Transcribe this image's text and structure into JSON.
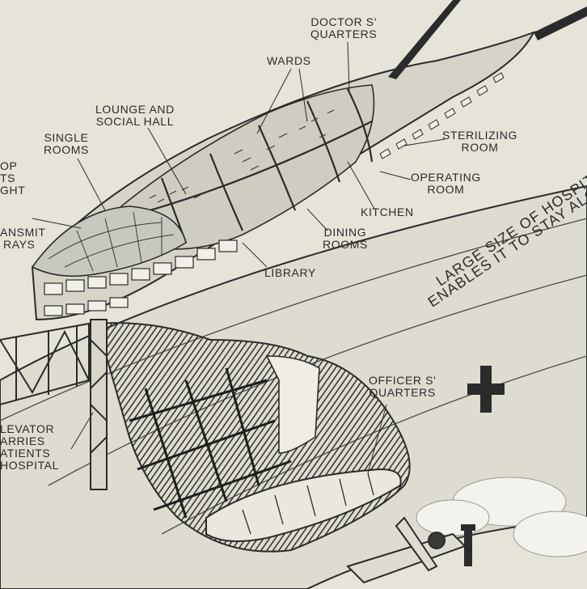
{
  "labels": {
    "doctors_quarters": [
      "DOCTOR S'",
      "QUARTERS"
    ],
    "wards": "WARDS",
    "lounge": [
      "LOUNGE AND",
      "SOCIAL HALL"
    ],
    "single_rooms": [
      "SINGLE",
      "ROOMS"
    ],
    "sterilizing_room": [
      "STERILIZING",
      "ROOM"
    ],
    "operating_room": [
      "OPERATING",
      "ROOM"
    ],
    "kitchen": "KITCHEN",
    "dining_rooms": [
      "DINING",
      "ROOMS"
    ],
    "library": "LIBRARY",
    "officers_quarters": [
      "OFFICER S'",
      "QUARTERS"
    ]
  },
  "left_cut_labels": {
    "drop_group": [
      "OP",
      "TS",
      "GHT"
    ],
    "transmit_group": [
      "ANSMIT",
      "RAYS"
    ],
    "elevator_group": [
      "LEVATOR",
      "ARRIES",
      "ATIENTS",
      "HOSPITAL"
    ]
  },
  "caption": {
    "line1": "LARGE SIZE OF HOSPIT",
    "line2": "ENABLES IT TO STAY ALO"
  },
  "colors": {
    "paper": "#e6e3d8",
    "ink": "#2b2b2b",
    "hull_shadow": "#5a5a56",
    "cutaway_dark": "#3a3a38",
    "glass": "#c9c8c0"
  },
  "icons": {
    "red_cross": "cross-icon"
  }
}
